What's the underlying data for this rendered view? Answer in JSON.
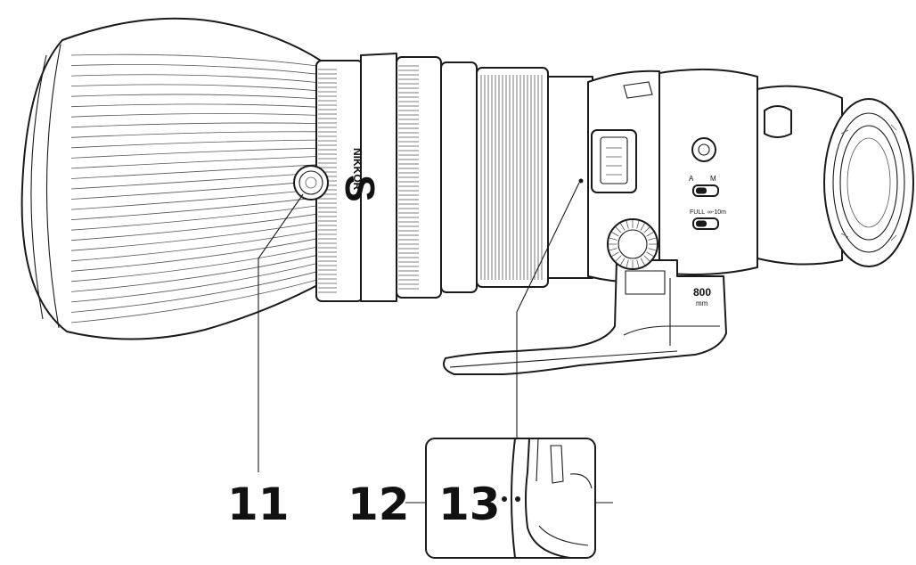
{
  "brand": {
    "logo_letter": "S",
    "logo_word": "NIKKOR"
  },
  "lens_markings": {
    "focal_length": "800",
    "focal_unit": "mm",
    "af_switch_left": "A",
    "af_switch_right": "M",
    "fullrange_label": "FULL",
    "limit_label": "∞-10m"
  },
  "callouts": [
    {
      "id": "11",
      "label": "11"
    },
    {
      "id": "12",
      "label": "12"
    },
    {
      "id": "13",
      "label": "13"
    }
  ],
  "colors": {
    "line": "#1a1a1a",
    "text": "#111111",
    "background": "#ffffff"
  }
}
